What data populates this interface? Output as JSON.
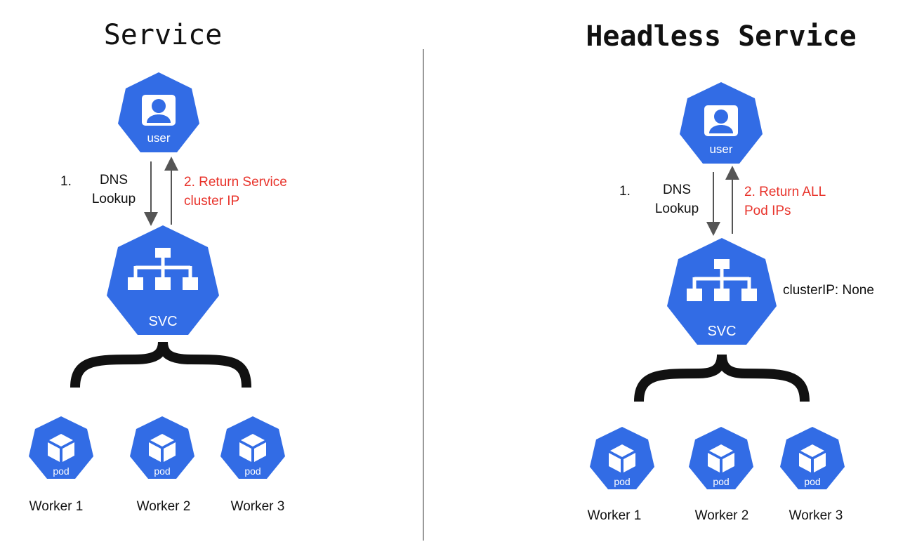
{
  "colors": {
    "k8s_blue": "#326ce5",
    "annotation_red": "#e8332b",
    "divider": "#9a9a9a",
    "arrow": "#555555",
    "bracket": "#111111"
  },
  "left_panel": {
    "title": "Service",
    "user_label": "user",
    "step1_number": "1.",
    "step1_line1": "DNS",
    "step1_line2": "Lookup",
    "step2_line1": "2. Return Service",
    "step2_line2": "cluster IP",
    "svc_label": "SVC",
    "pod_label": "pod",
    "workers": [
      "Worker 1",
      "Worker 2",
      "Worker 3"
    ]
  },
  "right_panel": {
    "title": "Headless Service",
    "user_label": "user",
    "step1_number": "1.",
    "step1_line1": "DNS",
    "step1_line2": "Lookup",
    "step2_line1": "2. Return ALL",
    "step2_line2": "Pod IPs",
    "svc_label": "SVC",
    "cluster_ip_note": "clusterIP: None",
    "pod_label": "pod",
    "workers": [
      "Worker 1",
      "Worker 2",
      "Worker 3"
    ]
  }
}
